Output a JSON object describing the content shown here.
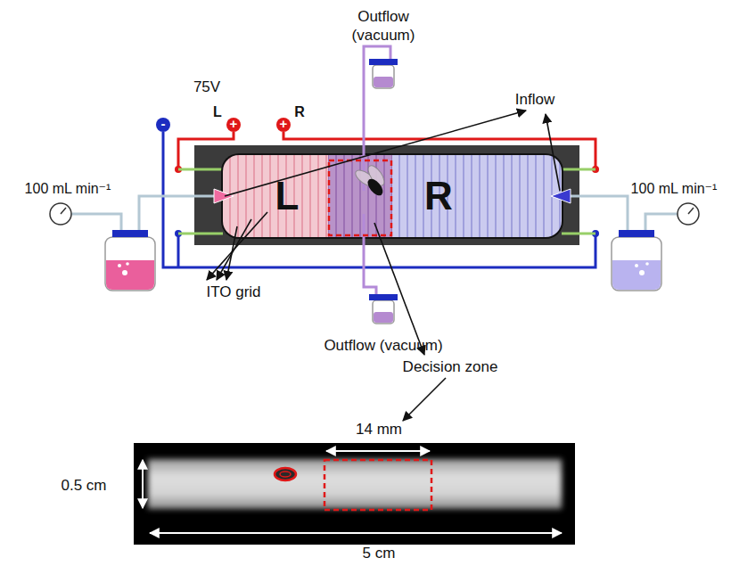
{
  "diagram": {
    "nodes": [
      {
        "text": [
          "L"
        ]
      },
      {
        "text": [
          "R"
        ]
      }
    ],
    "labels": [
      "Outflow (vacuum)",
      "Inflow",
      "75V",
      "-",
      "+",
      "+",
      "L",
      "R",
      "100 mL min⁻¹",
      "100 mL min⁻¹",
      "ITO grid",
      "Outflow (vacuum)",
      "Decision zone",
      "14 mm",
      "0.5 cm",
      "5 cm"
    ]
  }
}
